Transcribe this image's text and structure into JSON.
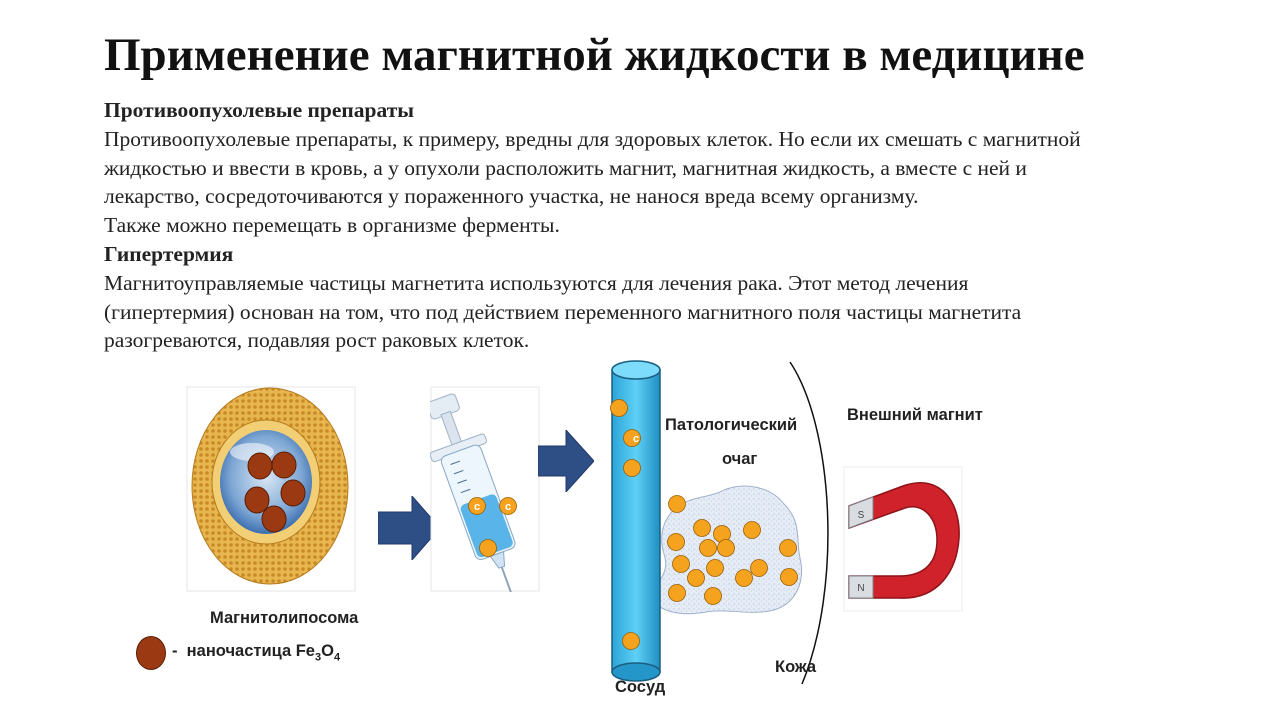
{
  "title": "Применение магнитной жидкости в медицине",
  "body": {
    "section1_heading": "Противоопухолевые препараты",
    "section1_lines": [
      "Противоопухолевые препараты, к примеру, вредны для здоровых клеток. Но если их смешать с магнитной",
      "жидкостью и ввести в кровь, а у опухоли расположить магнит, магнитная жидкость, а вместе с ней и",
      "лекарство, сосредоточиваются у пораженного участка, не нанося вреда всему организму.",
      "Также можно перемещать в организме ферменты."
    ],
    "section2_heading": "Гипертермия",
    "section2_lines": [
      "Магнитоуправляемые частицы магнетита используются для лечения рака. Этот метод лечения",
      "(гипертермия) основан на том, что под действием переменного магнитного поля частицы магнетита",
      "разогреваются, подавляя рост раковых клеток."
    ]
  },
  "diagram": {
    "liposome_label": "Магнитолипосома",
    "legend": {
      "dash": "-",
      "text": "наночастица Fe",
      "sub1": "3",
      "o": "O",
      "sub2": "4"
    },
    "vessel_label": "Сосуд",
    "focus_label_line1": "Патологический",
    "focus_label_line2": "очаг",
    "skin_label": "Кожа",
    "magnet_label": "Внешний магнит",
    "magnet_pole_s": "S",
    "magnet_pole_n": "N",
    "particle_glyph": "c",
    "colors": {
      "nanoparticle": "#9b3a12",
      "drug_particle": "#f5a31e",
      "vessel": "#27b6e8",
      "arrow": "#2e4f86",
      "focus": "#e6ecf6",
      "magnet_red": "#d0222b"
    }
  }
}
